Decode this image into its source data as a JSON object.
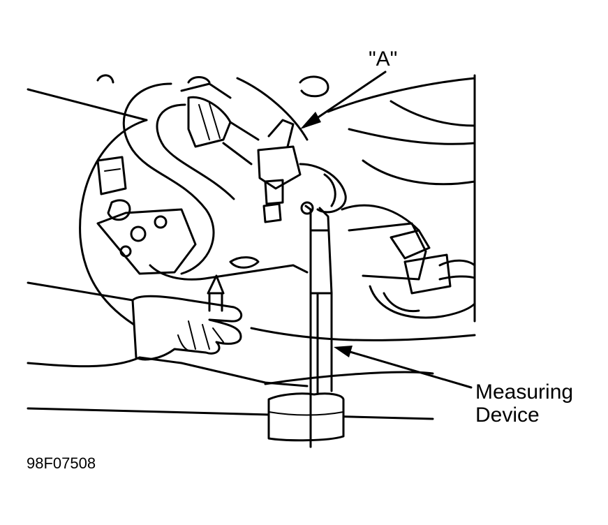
{
  "callouts": {
    "a_label": "\"A\"",
    "measuring_label_line1": "Measuring",
    "measuring_label_line2": "Device"
  },
  "figure_code": "98F07508",
  "colors": {
    "ink": "#000000",
    "paper": "#ffffff"
  }
}
